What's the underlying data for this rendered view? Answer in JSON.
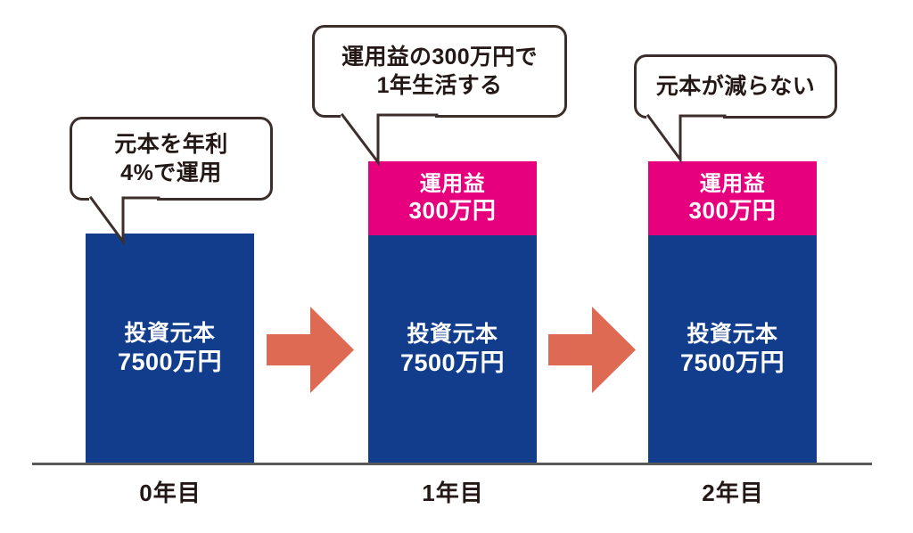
{
  "figure": {
    "title": "",
    "colors": {
      "principal": "#123c8c",
      "gain": "#e6007e",
      "arrow": "#de6a53",
      "outline": "#3c2f2b",
      "axis": "#58595b",
      "background": "#ffffff"
    }
  },
  "chart_data": {
    "type": "bar",
    "stacked": true,
    "categories": [
      "0年目",
      "1年目",
      "2年目"
    ],
    "series": [
      {
        "name": "投資元本",
        "unit": "万円",
        "values": [
          7500,
          7500,
          7500
        ],
        "color": "#123c8c"
      },
      {
        "name": "運用益",
        "unit": "万円",
        "values": [
          0,
          300,
          300
        ],
        "color": "#e6007e"
      }
    ],
    "title": "",
    "xlabel": "",
    "ylabel": "",
    "grid": false,
    "legend": "none",
    "annotations": [
      "元本を年利 4%で運用",
      "運用益の300万円で 1年生活する",
      "元本が減らない"
    ]
  },
  "bars": [
    {
      "id": "bar-year0",
      "axis_label": "0年目",
      "segments": [
        {
          "kind": "principal",
          "line1": "投資元本",
          "line2": "7500万円"
        }
      ]
    },
    {
      "id": "bar-year1",
      "axis_label": "1年目",
      "segments": [
        {
          "kind": "gain",
          "line1": "運用益",
          "line2": "300万円"
        },
        {
          "kind": "principal",
          "line1": "投資元本",
          "line2": "7500万円"
        }
      ]
    },
    {
      "id": "bar-year2",
      "axis_label": "2年目",
      "segments": [
        {
          "kind": "gain",
          "line1": "運用益",
          "line2": "300万円"
        },
        {
          "kind": "principal",
          "line1": "投資元本",
          "line2": "7500万円"
        }
      ]
    }
  ],
  "callouts": [
    {
      "id": "callout-1",
      "line1": "元本を年利",
      "line2": "4%で運用"
    },
    {
      "id": "callout-2",
      "line1": "運用益の300万円で",
      "line2": "1年生活する"
    },
    {
      "id": "callout-3",
      "line1": "元本が減らない",
      "line2": ""
    }
  ],
  "arrows": [
    {
      "id": "arrow-1",
      "direction": "right"
    },
    {
      "id": "arrow-2",
      "direction": "right"
    }
  ]
}
